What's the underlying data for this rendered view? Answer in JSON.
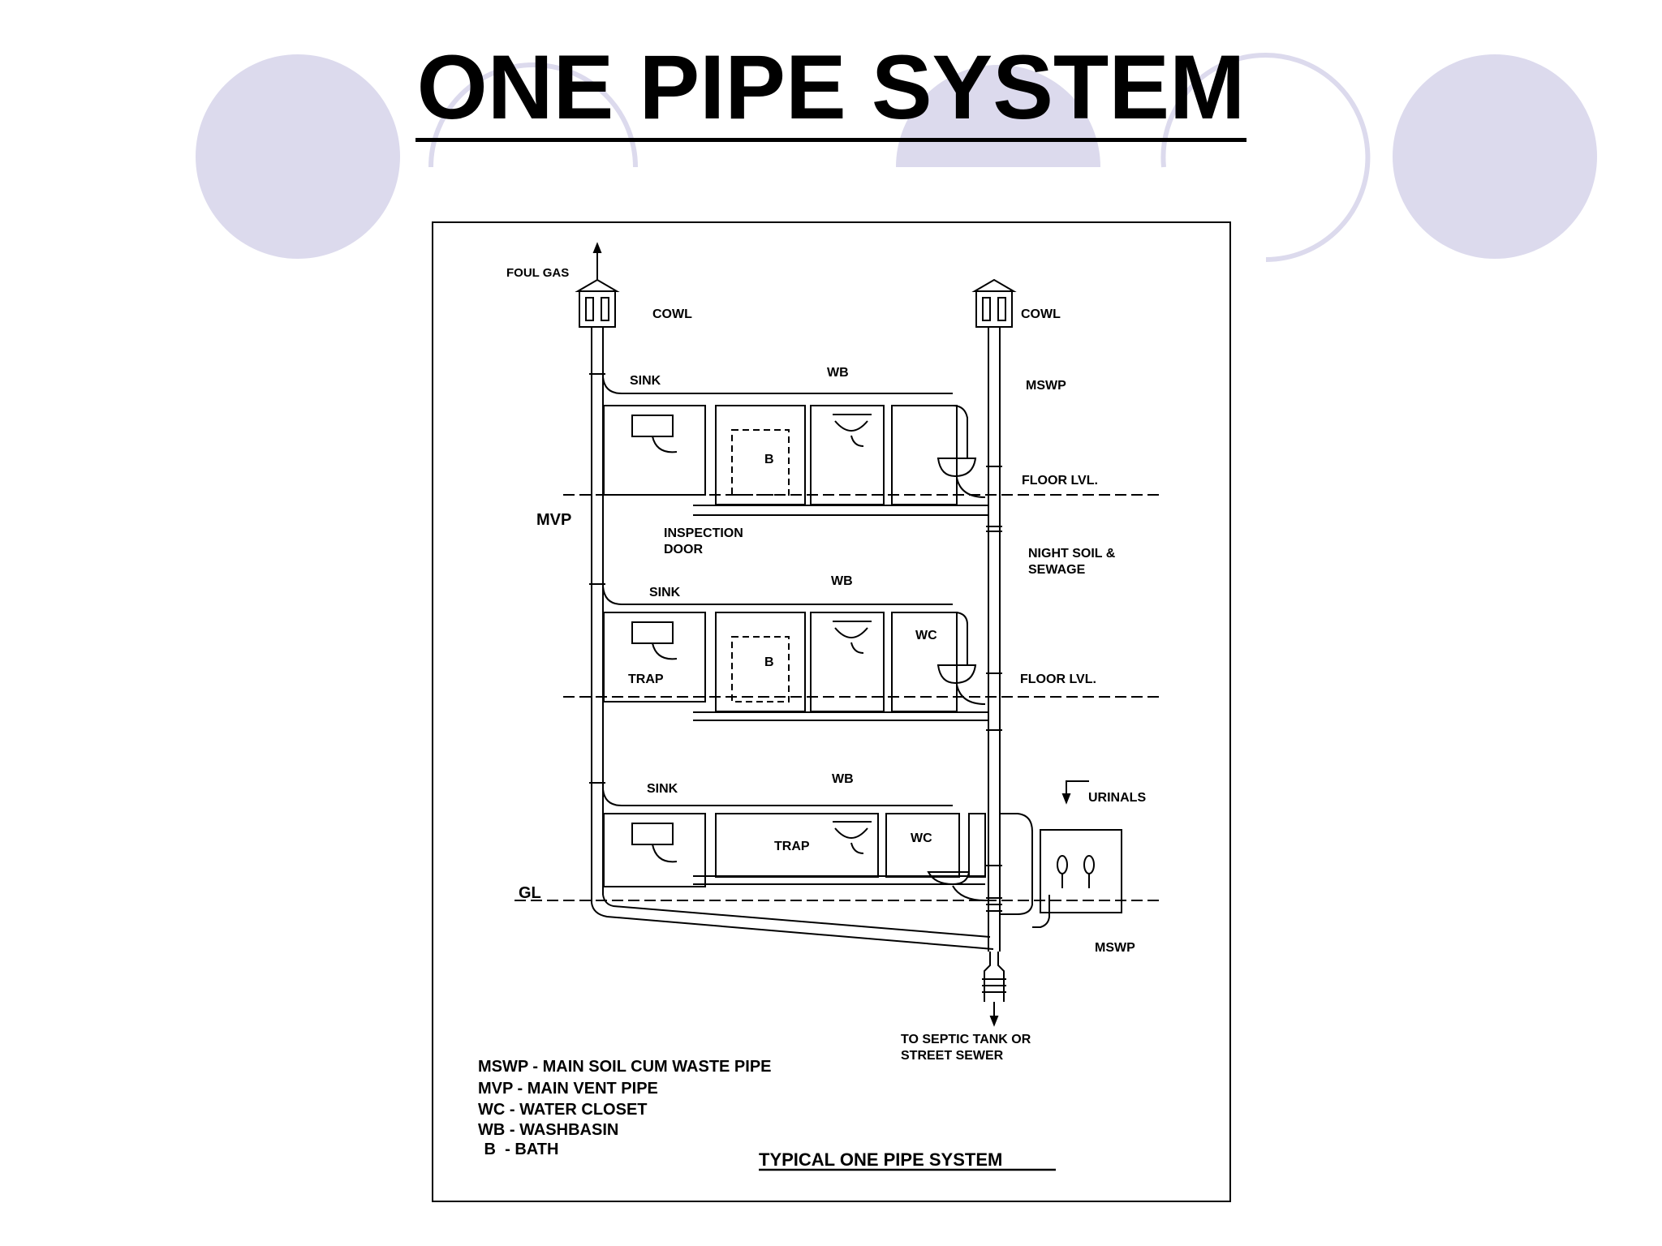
{
  "slide": {
    "title": "ONE PIPE SYSTEM"
  },
  "diagram": {
    "caption": "TYPICAL ONE PIPE SYSTEM",
    "labels": {
      "foul_gas": "FOUL GAS",
      "cowl_left": "COWL",
      "cowl_right": "COWL",
      "mswp_top": "MSWP",
      "mswp_bottom": "MSWP",
      "mvp": "MVP",
      "gl": "GL",
      "urinals": "URINALS",
      "inspection_door_1": "INSPECTION",
      "inspection_door_2": "DOOR",
      "night_soil_1": "NIGHT SOIL &",
      "night_soil_2": "SEWAGE",
      "outlet_1": "TO SEPTIC TANK OR",
      "outlet_2": "STREET SEWER"
    },
    "floors": [
      {
        "sink": "SINK",
        "wb": "WB",
        "bath": "B",
        "level": "FLOOR LVL."
      },
      {
        "sink": "SINK",
        "wb": "WB",
        "bath": "B",
        "wc": "WC",
        "trap": "TRAP",
        "level": "FLOOR LVL."
      },
      {
        "sink": "SINK",
        "wb": "WB",
        "wc": "WC",
        "trap": "TRAP"
      }
    ],
    "legend": [
      "MSWP - MAIN SOIL CUM WASTE PIPE",
      "MVP - MAIN VENT PIPE",
      "WC - WATER CLOSET",
      "WB - WASHBASIN",
      " B  - BATH"
    ]
  }
}
